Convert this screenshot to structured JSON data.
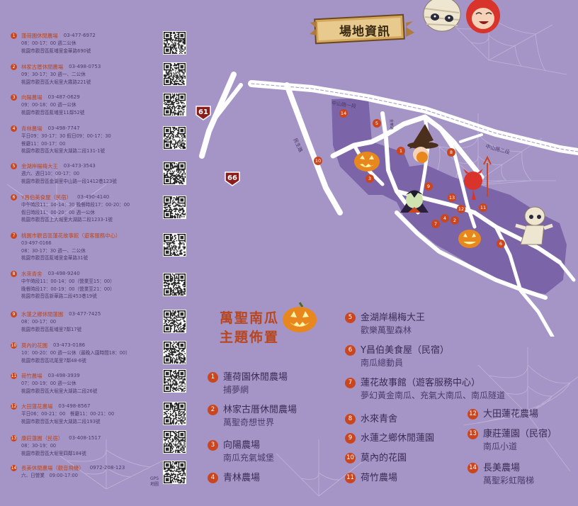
{
  "venues": [
    {
      "num": "1",
      "name": "蓮荷園休閒農場",
      "phone": "03-477-6972",
      "lines": [
        "08：00-17：00 週二公休",
        "桃園市觀音區藍埔里金華路690號"
      ]
    },
    {
      "num": "2",
      "name": "林家古厝休閒農場",
      "phone": "03-498-0753",
      "lines": [
        "09：30-17：30 週一、二公休",
        "桃園市觀音區大堀里大霧路221號"
      ]
    },
    {
      "num": "3",
      "name": "向陽農場",
      "phone": "03-487-0629",
      "lines": [
        "09：00-18：00 週一公休",
        "桃園市觀音區藍埔里11鄰52號"
      ]
    },
    {
      "num": "4",
      "name": "青林農場",
      "phone": "03-498-7747",
      "lines": [
        "平日09：30-17：30 假日09：00-17：30",
        "餐廳11：00-17：00",
        "桃園市觀音區大堀里大湖路二段131-1號"
      ]
    },
    {
      "num": "5",
      "name": "金湖岸楊梅大王",
      "phone": "03-473-3543",
      "lines": [
        "週六、週日10：00-17：00",
        "桃園市觀音區金湖里中山路一段1412巷123號"
      ]
    },
    {
      "num": "6",
      "name": "Y昌伯美食屋（民宿）",
      "phone": "03-490-4140",
      "lines": [
        "中午時段11：00-14：30 晚餐時段17：00-20：00",
        "假日時段11：00-20：00 週一公休",
        "桃園市觀音區上大堀里大湖路二段1233-1號"
      ]
    },
    {
      "num": "7",
      "name": "桃園市觀音區蓮花故事館（遊客服務中心）",
      "phone": "",
      "lines": [
        "03-497-0166",
        "08：30-17：30 週一、二公休",
        "桃園市觀音區藍埔里金華路31號"
      ]
    },
    {
      "num": "8",
      "name": "水來青舍",
      "phone": "03-498-9240",
      "lines": [
        "中午時段11：00-14：00（營業至15：00）",
        "晚餐時段17：00-19：00（營業至21：00）",
        "桃園市觀音區新華路二段453巷19號"
      ]
    },
    {
      "num": "9",
      "name": "水蓮之鄉休閒蓮園",
      "phone": "03-477-7425",
      "lines": [
        "08：00-17：00",
        "桃園市觀音區藍埔里7鄰17號"
      ]
    },
    {
      "num": "10",
      "name": "莫內的花園",
      "phone": "03-473-0186",
      "lines": [
        "10：00-20：00 週一公休（最晚入園時間18：00）",
        "桃園市觀音區坑尾里7鄰48-6號"
      ]
    },
    {
      "num": "11",
      "name": "荷竹農場",
      "phone": "03-498-3939",
      "lines": [
        "07：00-19：00 週一公休",
        "桃園市觀音區大堀里大湖路二段26號"
      ]
    },
    {
      "num": "12",
      "name": "大田蓮花農場",
      "phone": "03-498-8567",
      "lines": [
        "平日06：00-21：00　餐廳11：00-21：00",
        "桃園市觀音區大堀里大湖路二段193號"
      ]
    },
    {
      "num": "13",
      "name": "康莊蓮園（民宿）",
      "phone": "03-408-1517",
      "lines": [
        "08：30-19：00",
        "桃園市觀音區大堀里四鄰184號"
      ]
    },
    {
      "num": "14",
      "name": "長美休閒農場（觀音飛機）",
      "phone": "0972-208-123",
      "lines": [
        "六、日營業　09:00-17:00"
      ]
    }
  ],
  "gps": "GPS\n地圖",
  "banner": "場地資訊",
  "map": {
    "hwy61": "61",
    "hwy66": "66",
    "road1": "中山路一段",
    "road2": "中山路二段",
    "road3": "民生路",
    "road4": "金華路"
  },
  "theme": {
    "title1": "萬聖南瓜",
    "title2": "主題佈置",
    "items": [
      {
        "num": "1",
        "name": "蓮荷園休閒農場",
        "sub": "捕夢網"
      },
      {
        "num": "2",
        "name": "林家古厝休閒農場",
        "sub": "萬聖奇想世界"
      },
      {
        "num": "3",
        "name": "向陽農場",
        "sub": "南瓜充氣城堡"
      },
      {
        "num": "4",
        "name": "青林農場",
        "sub": ""
      },
      {
        "num": "5",
        "name": "金湖岸楊梅大王",
        "sub": "歡樂萬聖森林"
      },
      {
        "num": "6",
        "name": "Y昌伯美食屋（民宿）",
        "sub": "南瓜總動員"
      },
      {
        "num": "7",
        "name": "蓮花故事館（遊客服務中心）",
        "sub": "夢幻黃金南瓜、充氣大南瓜、南瓜隧道"
      },
      {
        "num": "8",
        "name": "水來青舍",
        "sub": ""
      },
      {
        "num": "9",
        "name": "水蓮之鄉休閒蓮園",
        "sub": ""
      },
      {
        "num": "10",
        "name": "莫內的花園",
        "sub": ""
      },
      {
        "num": "11",
        "name": "荷竹農場",
        "sub": ""
      },
      {
        "num": "12",
        "name": "大田蓮花農場",
        "sub": ""
      },
      {
        "num": "13",
        "name": "康莊蓮園（民宿）",
        "sub": "南瓜小道"
      },
      {
        "num": "14",
        "name": "長美農場",
        "sub": "萬聖彩虹階梯"
      }
    ]
  },
  "colors": {
    "background": "#a595c6",
    "accent": "#c9461f",
    "map_area": "#7b64a8",
    "road": "#ffffff"
  }
}
